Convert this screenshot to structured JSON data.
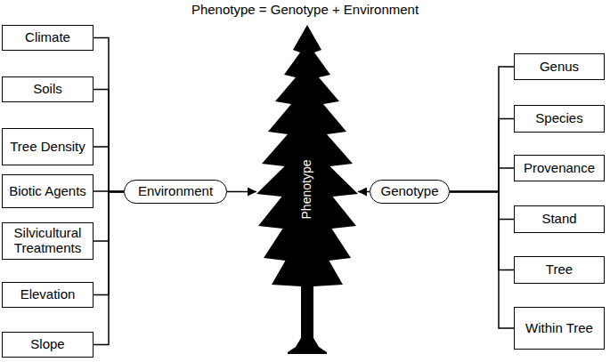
{
  "diagram": {
    "title": "Phenotype = Genotype + Environment",
    "nodes": [
      {
        "text": [
          "Climate"
        ]
      },
      {
        "text": [
          "Soils"
        ]
      },
      {
        "text": [
          "Tree Density"
        ]
      },
      {
        "text": [
          "Biotic Agents"
        ]
      },
      {
        "text": [
          "Silvicultural Treatments"
        ]
      },
      {
        "text": [
          "Elevation"
        ]
      },
      {
        "text": [
          "Slope"
        ]
      },
      {
        "text": [
          "Environment"
        ]
      },
      {
        "text": [
          "Phenotype"
        ]
      },
      {
        "text": [
          "Genotype"
        ]
      },
      {
        "text": [
          "Genus"
        ]
      },
      {
        "text": [
          "Species"
        ]
      },
      {
        "text": [
          "Provenance"
        ]
      },
      {
        "text": [
          "Stand"
        ]
      },
      {
        "text": [
          "Tree"
        ]
      },
      {
        "text": [
          "Within Tree"
        ]
      }
    ],
    "edges": [
      {
        "from": 0,
        "to": 7,
        "arrow": "none"
      },
      {
        "from": 1,
        "to": 7,
        "arrow": "none"
      },
      {
        "from": 2,
        "to": 7,
        "arrow": "none"
      },
      {
        "from": 3,
        "to": 7,
        "arrow": "none"
      },
      {
        "from": 4,
        "to": 7,
        "arrow": "none"
      },
      {
        "from": 5,
        "to": 7,
        "arrow": "none"
      },
      {
        "from": 6,
        "to": 7,
        "arrow": "none"
      },
      {
        "from": 7,
        "to": 8,
        "arrow": "to"
      },
      {
        "from": 9,
        "to": 8,
        "arrow": "to"
      },
      {
        "from": 10,
        "to": 9,
        "arrow": "none"
      },
      {
        "from": 11,
        "to": 9,
        "arrow": "none"
      },
      {
        "from": 12,
        "to": 9,
        "arrow": "none"
      },
      {
        "from": 13,
        "to": 9,
        "arrow": "none"
      },
      {
        "from": 14,
        "to": 9,
        "arrow": "none"
      },
      {
        "from": 15,
        "to": 9,
        "arrow": "none"
      }
    ]
  }
}
